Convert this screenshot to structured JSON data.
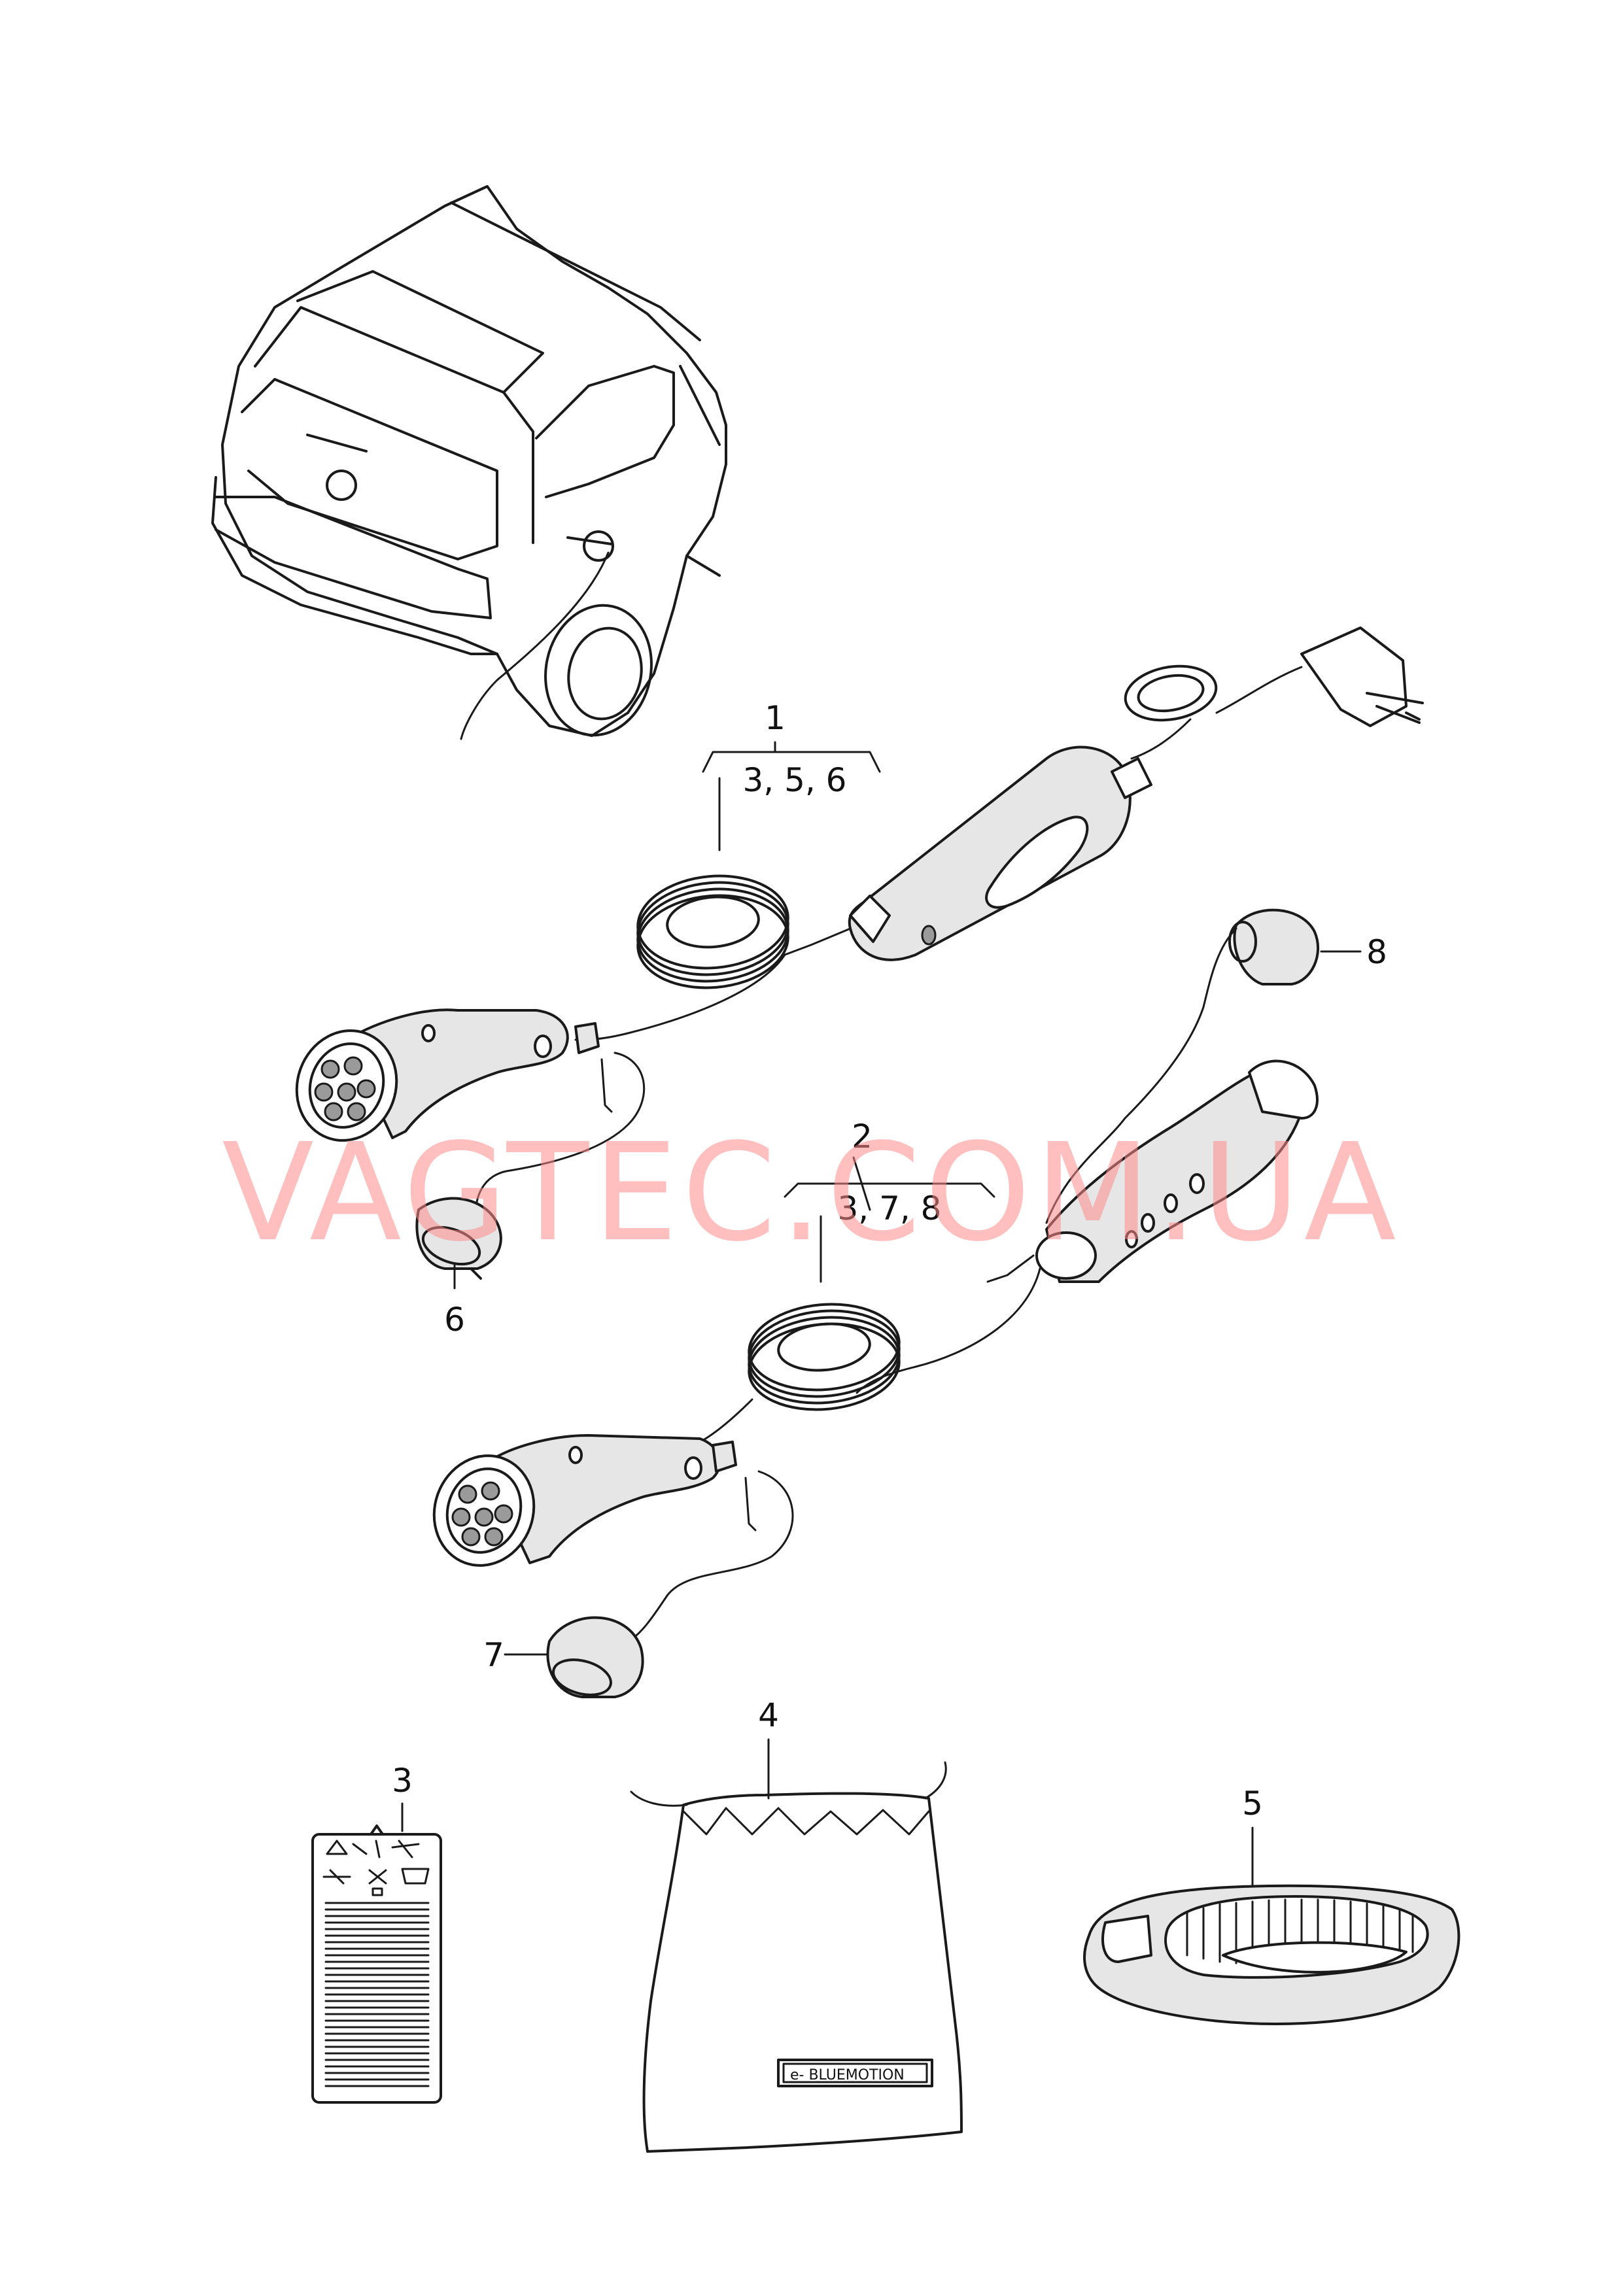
{
  "callouts": {
    "p1": "1",
    "p1_sub": "3, 5, 6",
    "p2": "2",
    "p2_sub": "3, 7, 8",
    "p3": "3",
    "p4": "4",
    "p5": "5",
    "p6": "6",
    "p7": "7",
    "p8": "8"
  },
  "bag_badge": "e- BLUEMOTION",
  "watermark": "VAGTEC.COM.UA"
}
